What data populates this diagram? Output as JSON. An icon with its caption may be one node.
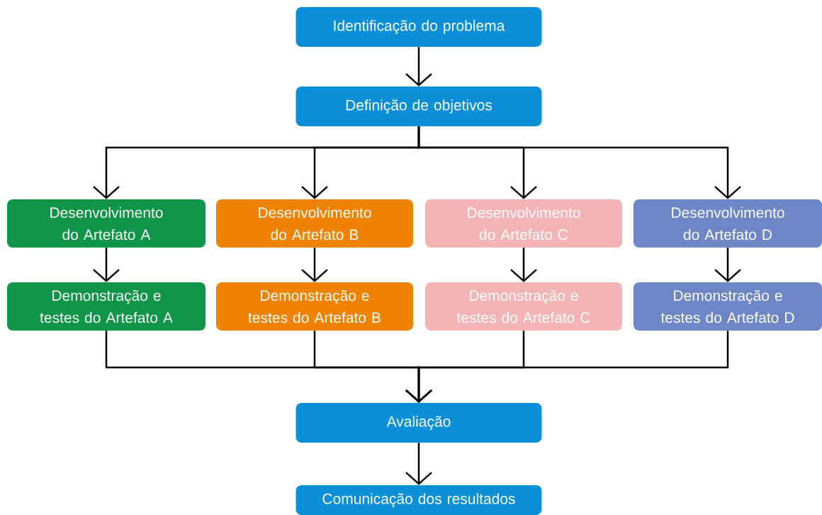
{
  "diagram": {
    "nodes": [
      {
        "text": [
          "Identificação do problema"
        ]
      },
      {
        "text": [
          "Definição de objetivos"
        ]
      },
      {
        "text": [
          "Desenvolvimento do Artefato A"
        ]
      },
      {
        "text": [
          "Desenvolvimento do Artefato B"
        ]
      },
      {
        "text": [
          "Desenvolvimento do Artefato C"
        ]
      },
      {
        "text": [
          "Desenvolvimento do Artefato D"
        ]
      },
      {
        "text": [
          "Demonstração e testes do Artefato A"
        ]
      },
      {
        "text": [
          "Demonstração e testes do Artefato B"
        ]
      },
      {
        "text": [
          "Demonstração e testes do Artefato C"
        ]
      },
      {
        "text": [
          "Demonstração e testes do Artefato D"
        ]
      },
      {
        "text": [
          "Avaliação"
        ]
      },
      {
        "text": [
          "Comunicação dos resultados"
        ]
      }
    ],
    "edges": [
      {
        "from": 0,
        "to": 1,
        "arrow": "to"
      },
      {
        "from": 1,
        "to": 2,
        "arrow": "to"
      },
      {
        "from": 1,
        "to": 3,
        "arrow": "to"
      },
      {
        "from": 1,
        "to": 4,
        "arrow": "to"
      },
      {
        "from": 1,
        "to": 5,
        "arrow": "to"
      },
      {
        "from": 2,
        "to": 6,
        "arrow": "to"
      },
      {
        "from": 3,
        "to": 7,
        "arrow": "to"
      },
      {
        "from": 4,
        "to": 8,
        "arrow": "to"
      },
      {
        "from": 5,
        "to": 9,
        "arrow": "to"
      },
      {
        "from": 6,
        "to": 10,
        "arrow": "to"
      },
      {
        "from": 7,
        "to": 10,
        "arrow": "to"
      },
      {
        "from": 8,
        "to": 10,
        "arrow": "to"
      },
      {
        "from": 9,
        "to": 10,
        "arrow": "to"
      },
      {
        "from": 10,
        "to": 11,
        "arrow": "to"
      }
    ]
  }
}
